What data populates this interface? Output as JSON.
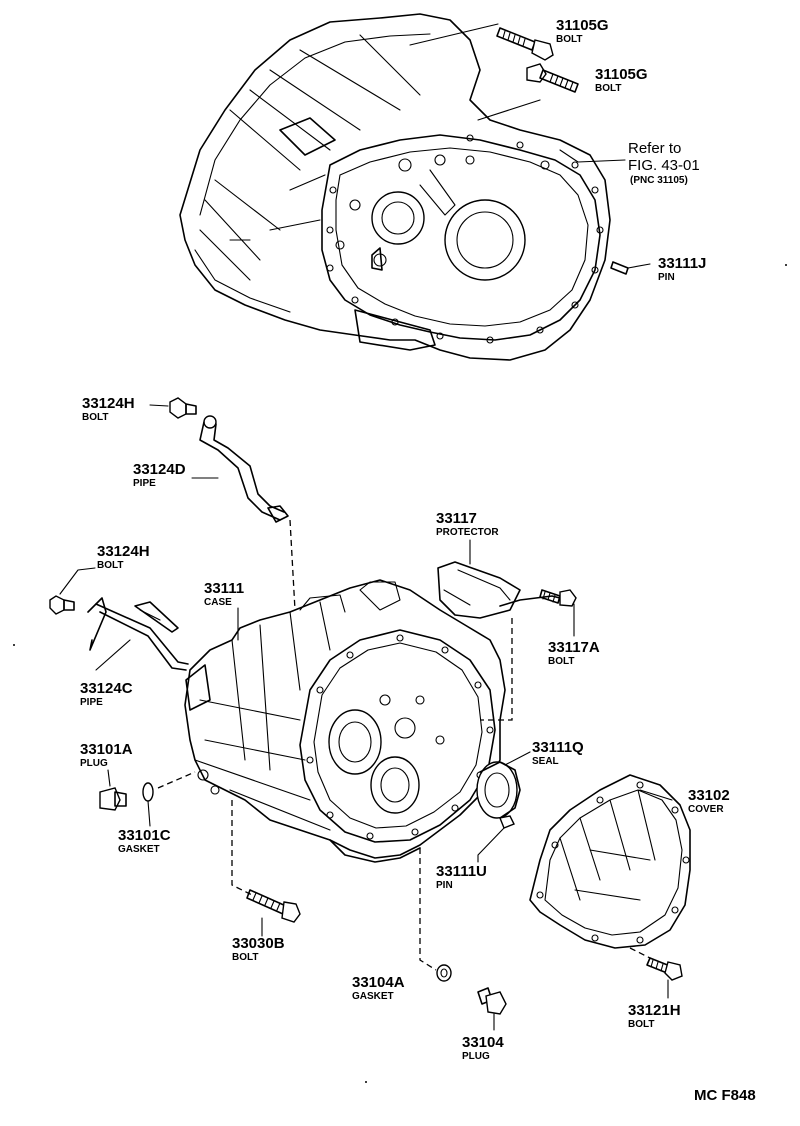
{
  "labels": {
    "p31105g_a": {
      "number": "31105G",
      "name": "BOLT"
    },
    "p31105g_b": {
      "number": "31105G",
      "name": "BOLT"
    },
    "p33111j": {
      "number": "33111J",
      "name": "PIN"
    },
    "p33124h_a": {
      "number": "33124H",
      "name": "BOLT"
    },
    "p33124d": {
      "number": "33124D",
      "name": "PIPE"
    },
    "p33124h_b": {
      "number": "33124H",
      "name": "BOLT"
    },
    "p33124c": {
      "number": "33124C",
      "name": "PIPE"
    },
    "p33111": {
      "number": "33111",
      "name": "CASE"
    },
    "p33117": {
      "number": "33117",
      "name": "PROTECTOR"
    },
    "p33117a": {
      "number": "33117A",
      "name": "BOLT"
    },
    "p33101a": {
      "number": "33101A",
      "name": "PLUG"
    },
    "p33101c": {
      "number": "33101C",
      "name": "GASKET"
    },
    "p33111q": {
      "number": "33111Q",
      "name": "SEAL"
    },
    "p33102": {
      "number": "33102",
      "name": "COVER"
    },
    "p33111u": {
      "number": "33111U",
      "name": "PIN"
    },
    "p33030b": {
      "number": "33030B",
      "name": "BOLT"
    },
    "p33104a": {
      "number": "33104A",
      "name": "GASKET"
    },
    "p33121h": {
      "number": "33121H",
      "name": "BOLT"
    },
    "p33104": {
      "number": "33104",
      "name": "PLUG"
    }
  },
  "reference": {
    "line1": "Refer to",
    "line2": "FIG. 43-01",
    "line3": "(PNC 31105)"
  },
  "figure_code": "MC F848"
}
